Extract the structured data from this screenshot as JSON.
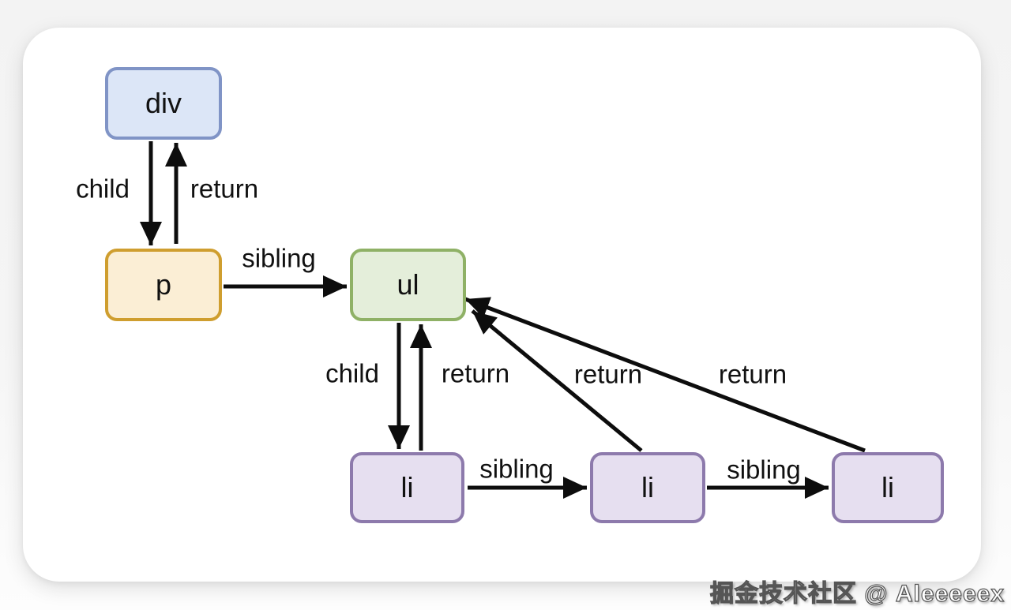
{
  "diagram": {
    "nodes": [
      {
        "id": "div",
        "label": "div",
        "fill": "#dce6f7",
        "border": "#8094c6"
      },
      {
        "id": "p",
        "label": "p",
        "fill": "#fbeed5",
        "border": "#cf9e2f"
      },
      {
        "id": "ul",
        "label": "ul",
        "fill": "#e4eeda",
        "border": "#8fb166"
      },
      {
        "id": "li-1",
        "label": "li",
        "fill": "#e6dff0",
        "border": "#8d7aac"
      },
      {
        "id": "li-2",
        "label": "li",
        "fill": "#e6dff0",
        "border": "#8d7aac"
      },
      {
        "id": "li-3",
        "label": "li",
        "fill": "#e6dff0",
        "border": "#8d7aac"
      }
    ],
    "edges": [
      {
        "from": "div",
        "to": "p",
        "label": "child"
      },
      {
        "from": "p",
        "to": "div",
        "label": "return"
      },
      {
        "from": "p",
        "to": "ul",
        "label": "sibling"
      },
      {
        "from": "ul",
        "to": "li-1",
        "label": "child"
      },
      {
        "from": "li-1",
        "to": "ul",
        "label": "return"
      },
      {
        "from": "li-2",
        "to": "ul",
        "label": "return"
      },
      {
        "from": "li-3",
        "to": "ul",
        "label": "return"
      },
      {
        "from": "li-1",
        "to": "li-2",
        "label": "sibling"
      },
      {
        "from": "li-2",
        "to": "li-3",
        "label": "sibling"
      }
    ]
  },
  "watermark": {
    "text": "掘金技术社区 @ Aleeeeex"
  },
  "colors": {
    "arrow": "#0d0d0d",
    "card": "#ffffff",
    "page_background": "#f5f5f5",
    "label_text": "#111111"
  }
}
